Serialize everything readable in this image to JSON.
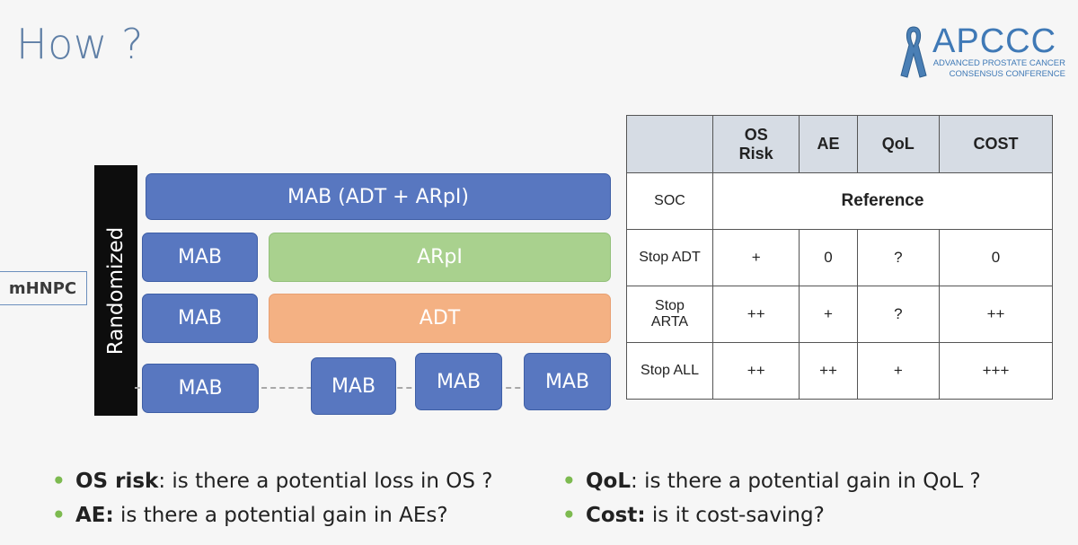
{
  "title": "How ?",
  "logo": {
    "name": "APCCC",
    "line1": "ADVANCED PROSTATE CANCER",
    "line2": "CONSENSUS CONFERENCE",
    "icon": "awareness-ribbon-icon",
    "color": "#3f79b6"
  },
  "diagram": {
    "population": "mHNPC",
    "randomized": "Randomized",
    "arm1": "MAB (ADT + ARpI)",
    "arm2_start": "MAB",
    "arm2_cont": "ARpI",
    "arm3_start": "MAB",
    "arm3_cont": "ADT",
    "arm4_boxes": [
      "MAB",
      "MAB",
      "MAB",
      "MAB"
    ],
    "colors": {
      "mab": "#5877c0",
      "arpi": "#a9d18e",
      "adt": "#f4b183"
    }
  },
  "table": {
    "headers": [
      "",
      "OS Risk",
      "AE",
      "QoL",
      "COST"
    ],
    "header_lines": {
      "os1": "OS",
      "os2": "Risk"
    },
    "soc_label": "SOC",
    "soc_value": "Reference",
    "rows": [
      {
        "label": "Stop ADT",
        "label1": "Stop ADT",
        "label2": "",
        "cells": [
          "+",
          "0",
          "?",
          "0"
        ]
      },
      {
        "label": "Stop ARTA",
        "label1": "Stop",
        "label2": "ARTA",
        "cells": [
          "++",
          "+",
          "?",
          "++"
        ]
      },
      {
        "label": "Stop ALL",
        "label1": "Stop ALL",
        "label2": "",
        "cells": [
          "++",
          "++",
          "+",
          "+++"
        ]
      }
    ]
  },
  "bullets_left": [
    {
      "term": "OS risk",
      "text": ": is there a potential loss in OS ?"
    },
    {
      "term": "AE:",
      "text": " is there a potential gain in AEs?"
    }
  ],
  "bullets_right": [
    {
      "term": "QoL",
      "text": ": is there a potential gain in QoL ?"
    },
    {
      "term": "Cost:",
      "text": " is it cost-saving?"
    }
  ],
  "bullet_color": "#7dba50"
}
